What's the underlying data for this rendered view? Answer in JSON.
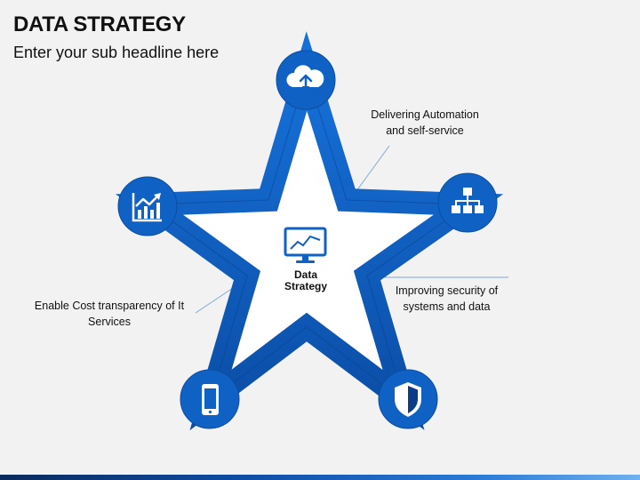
{
  "header": {
    "title": "DATA STRATEGY",
    "subtitle": "Enter your sub headline here"
  },
  "center": {
    "label_line1": "Data",
    "label_line2": "Strategy",
    "icon": "monitor-chart-icon"
  },
  "nodes": [
    {
      "icon": "cloud-upload-icon"
    },
    {
      "icon": "hierarchy-icon"
    },
    {
      "icon": "shield-icon"
    },
    {
      "icon": "smartphone-icon"
    },
    {
      "icon": "growth-chart-icon"
    }
  ],
  "notes": {
    "automation_line1": "Delivering Automation",
    "automation_line2": "and self-service",
    "security_line1": "Improving security of",
    "security_line2": "systems and data",
    "cost_line1": "Enable Cost transparency of It",
    "cost_line2": "Services"
  },
  "colors": {
    "primary": "#0f62c4",
    "dark": "#0b3d86",
    "star_fill": "#ffffff",
    "leader_line": "#7fa8d8"
  }
}
